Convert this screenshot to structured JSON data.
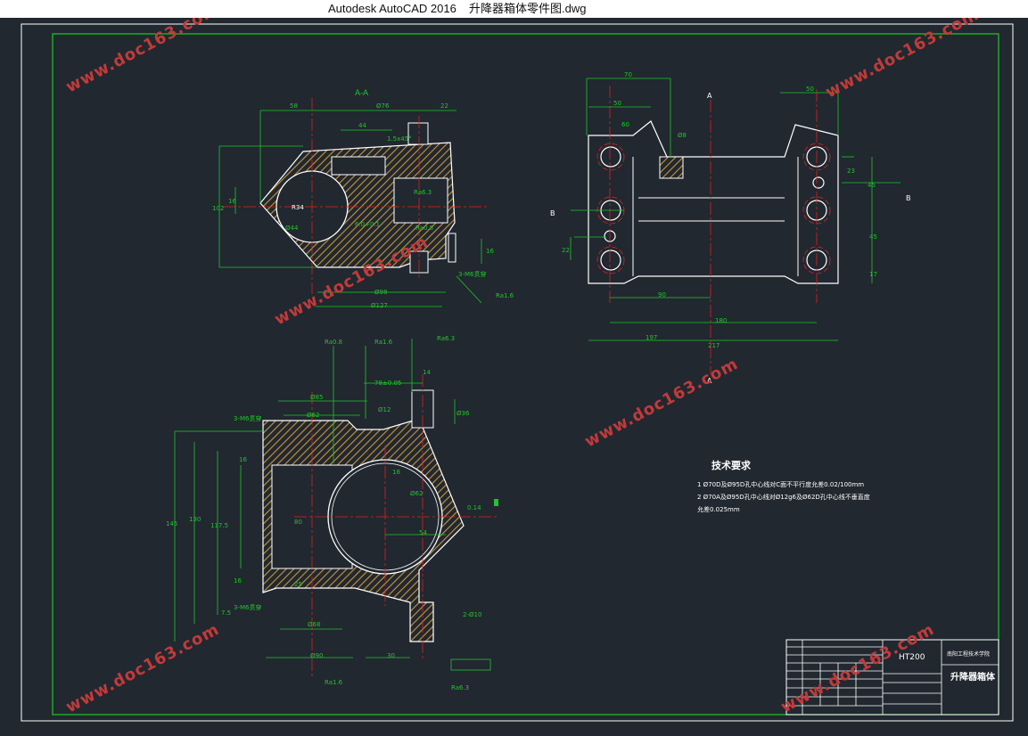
{
  "window": {
    "app_title": "Autodesk AutoCAD 2016",
    "file_name": "升降器箱体零件图.dwg"
  },
  "colors": {
    "background": "#212830",
    "frame": "#22c42a",
    "object": "#ffffff",
    "dim": "#22c42a",
    "center": "#e02020",
    "hatch": "#c8953a",
    "watermark": "#c23a3a"
  },
  "watermark": "www.doc163.com",
  "section_view": {
    "title": "A-A",
    "dims": [
      "58",
      "Ø76",
      "22",
      "44",
      "1.5x45°",
      "102",
      "16",
      "R34",
      "Ø44",
      "Ra6.3",
      "6.0+0.1",
      "Ra0.8",
      "16",
      "3-M6贯穿",
      "Ø98",
      "Ø127",
      "Ra1.6"
    ]
  },
  "right_view": {
    "dims": [
      "70",
      "50",
      "50",
      "60",
      "Ø8",
      "23",
      "45",
      "45",
      "17",
      "22",
      "90",
      "180",
      "197",
      "217"
    ],
    "labels": {
      "a_top": "A",
      "a_bottom": "A",
      "b_left": "B",
      "b_right": "B"
    }
  },
  "bottom_view": {
    "roughness": [
      "Ra0.8",
      "Ra1.6",
      "Ra6.3",
      "Ra1.6",
      "Ra6.3"
    ],
    "dims": [
      "78±0.05",
      "14",
      "Ø36",
      "Ø85",
      "Ø62",
      "Ø12",
      "3-M6贯穿",
      "16",
      "145",
      "130",
      "117.5",
      "80",
      "16",
      "25",
      "7.5",
      "3-M6贯穿",
      "Ø68",
      "Ø90",
      "18",
      "Ø62",
      "54",
      "0.14",
      "30",
      "2-Ø10"
    ]
  },
  "tech_req": {
    "title": "技术要求",
    "lines": [
      "1  Ø70D及Ø95D孔中心线对C面不平行度允差0.02/100mm",
      "2  Ø70A及Ø95D孔中心线对Ø12g6及Ø62D孔中心线不垂直度",
      "   允差0.025mm"
    ]
  },
  "title_block": {
    "material": "HT200",
    "school": "南阳工程技术学院",
    "part_name": "升降器箱体"
  }
}
